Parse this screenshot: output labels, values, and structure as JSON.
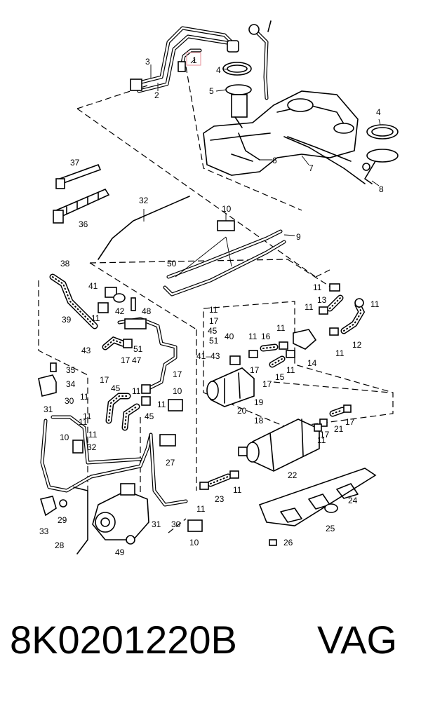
{
  "labels": {
    "l1": "1",
    "l2": "2",
    "l3": "3",
    "l4a": "4",
    "l4b": "4",
    "l5": "5",
    "l6": "6",
    "l7": "7",
    "l8": "8",
    "l9": "9",
    "l10a": "10",
    "l10b": "10",
    "l10c": "10",
    "l10d": "10",
    "l11a": "11",
    "l11b": "11",
    "l11c": "11",
    "l11d": "11",
    "l11e": "11",
    "l11f": "11",
    "l11g": "11",
    "l11h": "11",
    "l11i": "11",
    "l11j": "11",
    "l11k": "11",
    "l11l": "11",
    "l11m": "11",
    "l11n": "11",
    "l11o": "11",
    "l11p": "11",
    "l11q": "11",
    "l11r": "11",
    "l12": "12",
    "l13": "13",
    "l14": "14",
    "l15": "15",
    "l16": "16",
    "l17a": "17",
    "l17b": "17",
    "l17c": "17",
    "l17d": "17",
    "l17e": "17",
    "l17f": "17",
    "l17g": "17",
    "l18": "18",
    "l19": "19",
    "l20": "20",
    "l21": "21",
    "l22": "22",
    "l23": "23",
    "l24": "24",
    "l25": "25",
    "l26": "26",
    "l27": "27",
    "l28": "28",
    "l29": "29",
    "l30a": "30",
    "l30b": "30",
    "l31a": "31",
    "l31b": "31",
    "l32a": "32",
    "l32b": "32",
    "l33": "33",
    "l34": "34",
    "l35": "35",
    "l36": "36",
    "l37": "37",
    "l38": "38",
    "l39": "39",
    "l40": "40",
    "l4143": "41–43",
    "l41": "41",
    "l42": "42",
    "l43": "43",
    "l45a": "45",
    "l45b": "45",
    "l45c": "45",
    "l47": "47",
    "l48": "48",
    "l49": "49",
    "l50": "50",
    "l51a": "51",
    "l51b": "51",
    "l17h": "17"
  },
  "footer": {
    "part_number": "8K0201220B",
    "brand": "VAG"
  },
  "colors": {
    "line": "#000000",
    "background": "#ffffff",
    "highlight_box": "#e8a0a8"
  }
}
